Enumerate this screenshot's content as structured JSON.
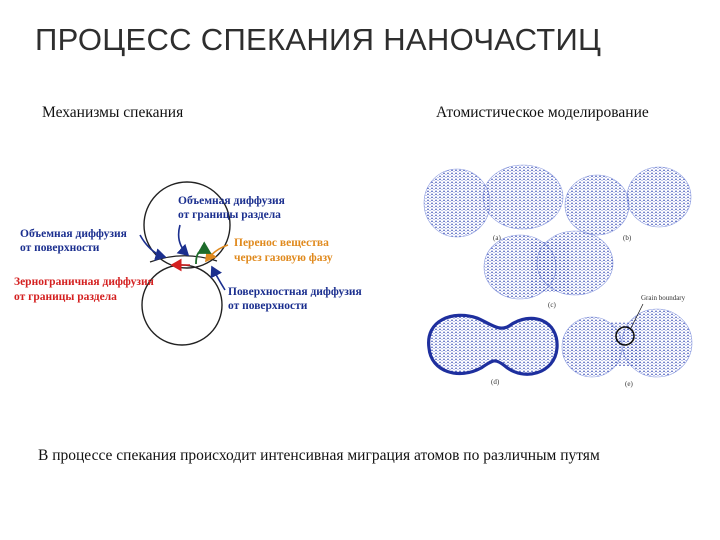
{
  "slide": {
    "title": "ПРОЦЕСС СПЕКАНИЯ НАНОЧАСТИЦ",
    "left_caption": "Механизмы спекания",
    "right_caption": "Атомистическое моделирование",
    "footer": "В процессе спекания происходит интенсивная миграция атомов по различным путям"
  },
  "diagram": {
    "labels": {
      "volume_gb_1": "Объемная диффузия",
      "volume_gb_2": "от границы раздела",
      "volume_surface_1": "Объемная диффузия",
      "volume_surface_2": "от поверхности",
      "gas_transfer_1": "Перенос вещества",
      "gas_transfer_2": "через газовую фазу",
      "gb_diffusion_1": "Зернограничная диффузия",
      "gb_diffusion_2": "от границы раздела",
      "surface_diffusion_1": "Поверхностная диффузия",
      "surface_diffusion_2": "от поверхности"
    },
    "colors": {
      "blue": "#1b2f8f",
      "green": "#1d6b2a",
      "orange": "#e08a1e",
      "red": "#d42020",
      "circle": "#222222"
    }
  },
  "simulation": {
    "panel_labels": [
      "(a)",
      "(b)",
      "(c)",
      "(d)",
      "(e)"
    ],
    "annotation": "Grain boundary",
    "atom_color": "#2a3fb0"
  }
}
